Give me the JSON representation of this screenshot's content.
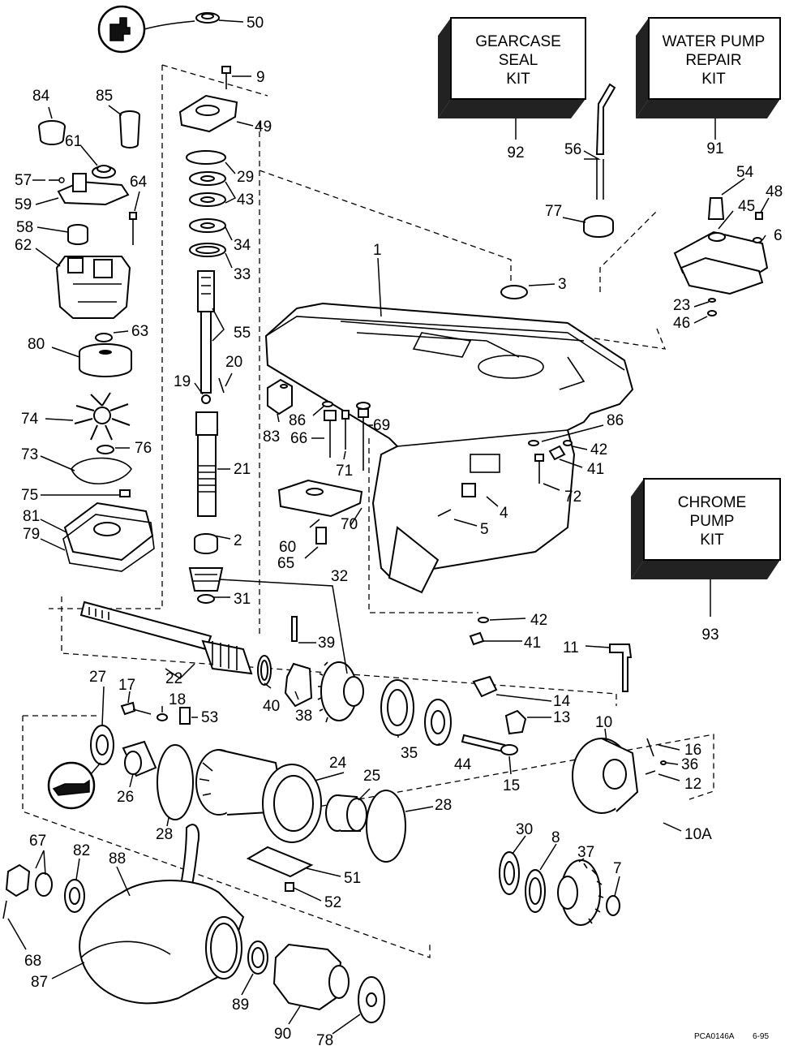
{
  "kits": {
    "gearcase_seal": [
      "GEARCASE",
      "SEAL",
      "KIT"
    ],
    "gearcase_seal_ref": "92",
    "water_pump": [
      "WATER PUMP",
      "REPAIR",
      "KIT"
    ],
    "water_pump_ref": "91",
    "chrome_pump": [
      "CHROME",
      "PUMP",
      "KIT"
    ],
    "chrome_pump_ref": "93"
  },
  "callouts": {
    "c1": "1",
    "c2": "2",
    "c3": "3",
    "c4": "4",
    "c5": "5",
    "c6": "6",
    "c7": "7",
    "c8": "8",
    "c9": "9",
    "c10": "10",
    "c10a": "10A",
    "c11": "11",
    "c12": "12",
    "c13": "13",
    "c14": "14",
    "c15": "15",
    "c16": "16",
    "c17": "17",
    "c18": "18",
    "c19": "19",
    "c20": "20",
    "c21": "21",
    "c22": "22",
    "c23": "23",
    "c24": "24",
    "c25": "25",
    "c26": "26",
    "c27": "27",
    "c28a": "28",
    "c28b": "28",
    "c29": "29",
    "c30": "30",
    "c31": "31",
    "c32": "32",
    "c33": "33",
    "c34": "34",
    "c35": "35",
    "c36": "36",
    "c37": "37",
    "c38": "38",
    "c39": "39",
    "c40": "40",
    "c41a": "41",
    "c41b": "41",
    "c42a": "42",
    "c42b": "42",
    "c43": "43",
    "c44": "44",
    "c45": "45",
    "c46": "46",
    "c48": "48",
    "c49": "49",
    "c50": "50",
    "c51": "51",
    "c52": "52",
    "c53": "53",
    "c54": "54",
    "c55": "55",
    "c56": "56",
    "c57": "57",
    "c58": "58",
    "c59": "59",
    "c60": "60",
    "c61": "61",
    "c62": "62",
    "c63": "63",
    "c64": "64",
    "c65": "65",
    "c66": "66",
    "c67": "67",
    "c68": "68",
    "c69": "69",
    "c70": "70",
    "c71": "71",
    "c72": "72",
    "c73": "73",
    "c74": "74",
    "c75": "75",
    "c76": "76",
    "c77": "77",
    "c78": "78",
    "c79": "79",
    "c80": "80",
    "c81": "81",
    "c82": "82",
    "c83": "83",
    "c84": "84",
    "c85": "85",
    "c86a": "86",
    "c86b": "86",
    "c87": "87",
    "c88": "88",
    "c89": "89",
    "c90": "90"
  },
  "footer": {
    "code": "PCA0146A",
    "date": "6-95"
  }
}
